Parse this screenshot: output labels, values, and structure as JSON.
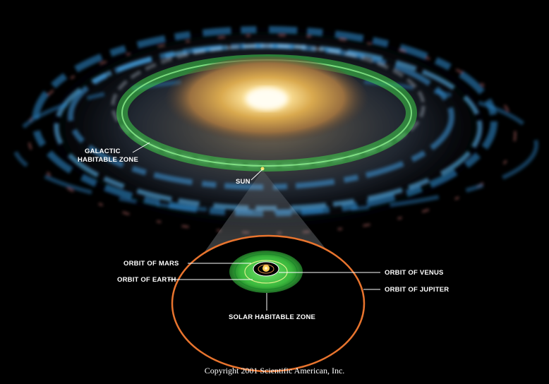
{
  "labels": {
    "galactic_zone_line1": "GALACTIC",
    "galactic_zone_line2": "HABITABLE ZONE",
    "sun": "SUN",
    "orbit_mars": "ORBIT OF MARS",
    "orbit_earth": "ORBIT OF EARTH",
    "orbit_venus": "ORBIT OF VENUS",
    "orbit_jupiter": "ORBIT OF JUPITER",
    "solar_zone": "SOLAR HABITABLE ZONE"
  },
  "copyright": "Copyright 2001 Scientific American, Inc.",
  "colors": {
    "background": "#000000",
    "galactic_zone": "#3fd24a",
    "solar_zone": "#37b83c",
    "jupiter_orbit": "#e8742e",
    "leader_lines": "#ffffff"
  }
}
